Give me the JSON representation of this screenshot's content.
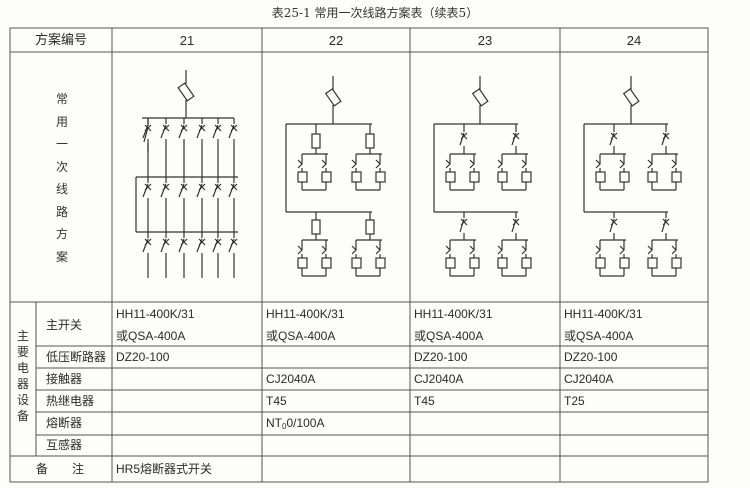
{
  "title": "表25-1  常用一次线路方案表（续表5）",
  "header": {
    "scheme_no_label": "方案编号",
    "schemes": [
      "21",
      "22",
      "23",
      "24"
    ]
  },
  "diagram_row_label": [
    "常",
    "用",
    "一",
    "次",
    "线",
    "路",
    "方",
    "案"
  ],
  "equipment_group_label": [
    "主",
    "要",
    "电",
    "器",
    "设",
    "备"
  ],
  "equipment_rows": {
    "main_switch": "主开关",
    "lv_breaker": "低压断路器",
    "contactor": "接触器",
    "thermal_relay": "热继电器",
    "fuse": "熔断器",
    "transformer": "互感器"
  },
  "values": {
    "s21": {
      "main_switch_1": "HH11-400K/31",
      "main_switch_2": "或QSA-400A",
      "lv_breaker": "DZ20-100"
    },
    "s22": {
      "main_switch_1": "HH11-400K/31",
      "main_switch_2": "或QSA-400A",
      "contactor": "CJ2040A",
      "thermal_relay": "T45",
      "fuse_prefix": "NT",
      "fuse_sub": "0",
      "fuse_suffix": "0/100A"
    },
    "s23": {
      "main_switch_1": "HH11-400K/31",
      "main_switch_2": "或QSA-400A",
      "lv_breaker": "DZ20-100",
      "contactor": "CJ2040A",
      "thermal_relay": "T45"
    },
    "s24": {
      "main_switch_1": "HH11-400K/31",
      "main_switch_2": "或QSA-400A",
      "lv_breaker": "DZ20-100",
      "contactor": "CJ2040A",
      "thermal_relay": "T25"
    }
  },
  "remarks": {
    "label": "备　　注",
    "s21": "HR5熔断器式开关"
  }
}
